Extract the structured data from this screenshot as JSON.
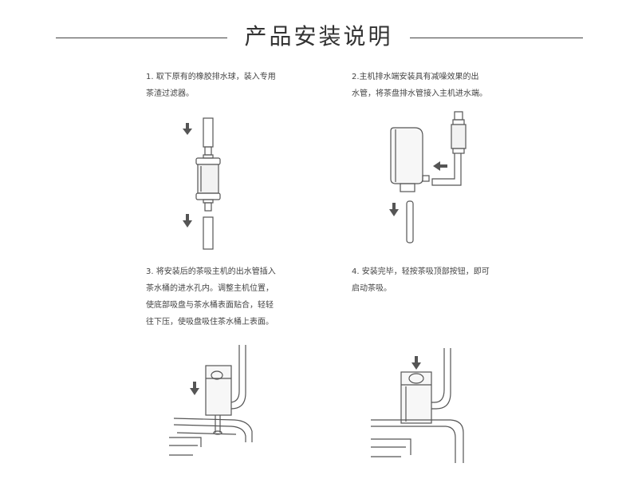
{
  "header": {
    "title": "产品安装说明"
  },
  "steps": [
    {
      "text": "1. 取下原有的橡胶排水球，装入专用\n茶渣过滤器。"
    },
    {
      "text": "2.主机排水端安装具有减噪效果的出\n水管，将茶盘排水管接入主机进水端。"
    },
    {
      "text": "3. 将安装后的茶吸主机的出水管插入\n茶水桶的进水孔内。调整主机位置，\n使底部吸盘与茶水桶表面贴合，轻轻\n往下压，使吸盘吸住茶水桶上表面。"
    },
    {
      "text": "4. 安装完毕，轻按茶吸顶部按钮，即可\n启动茶吸。"
    }
  ],
  "colors": {
    "line": "#555555",
    "arrow": "#555555",
    "fill": "#f2f2f2"
  }
}
